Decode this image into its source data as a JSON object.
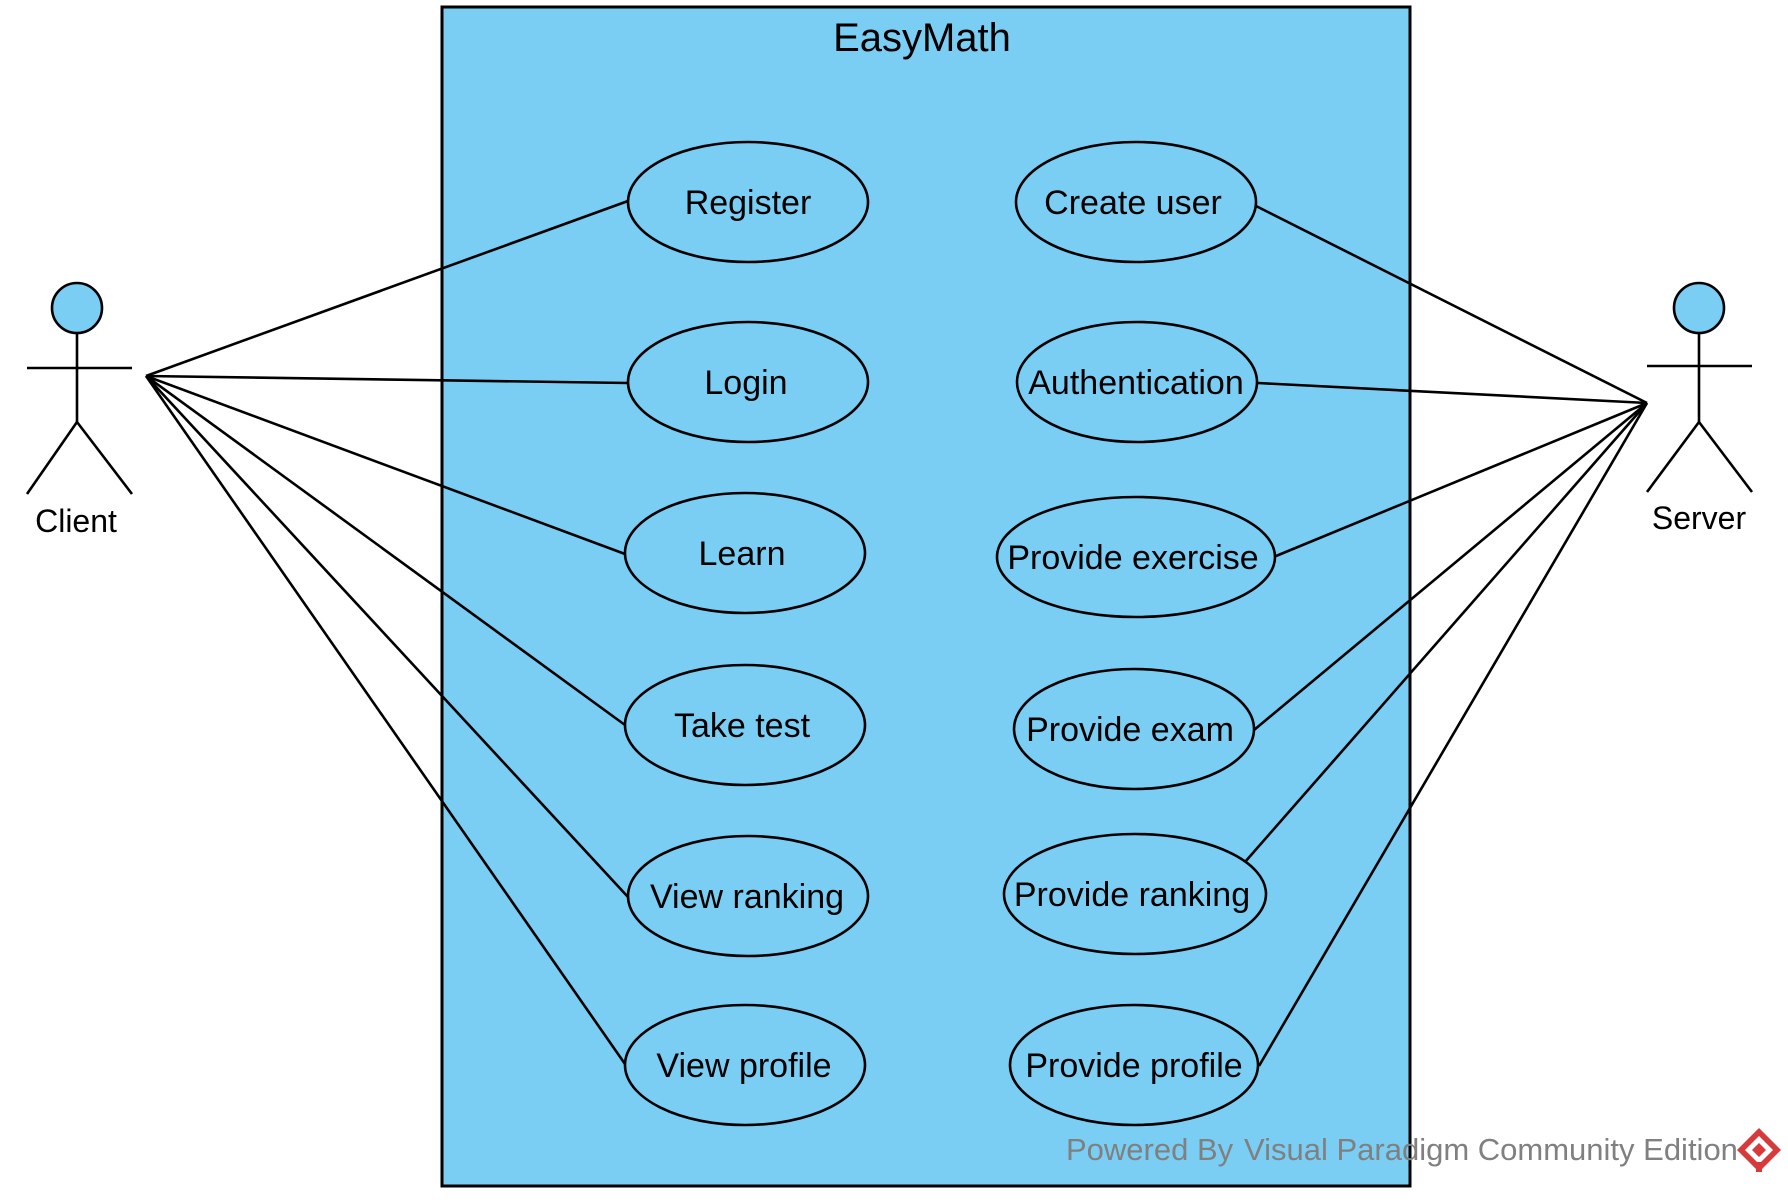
{
  "diagram": {
    "system": {
      "title": "EasyMath"
    },
    "actors": {
      "client": {
        "label": "Client"
      },
      "server": {
        "label": "Server"
      }
    },
    "use_cases_left": [
      {
        "label": "Register"
      },
      {
        "label": "Login"
      },
      {
        "label": "Learn"
      },
      {
        "label": "Take test"
      },
      {
        "label": "View ranking"
      },
      {
        "label": "View profile"
      }
    ],
    "use_cases_right": [
      {
        "label": "Create user"
      },
      {
        "label": "Authentication"
      },
      {
        "label": "Provide exercise"
      },
      {
        "label": "Provide exam"
      },
      {
        "label": "Provide ranking"
      },
      {
        "label": "Provide profile"
      }
    ],
    "associations": [
      {
        "from": "Client",
        "to": "Register"
      },
      {
        "from": "Client",
        "to": "Login"
      },
      {
        "from": "Client",
        "to": "Learn"
      },
      {
        "from": "Client",
        "to": "Take test"
      },
      {
        "from": "Client",
        "to": "View ranking"
      },
      {
        "from": "Client",
        "to": "View profile"
      },
      {
        "from": "Server",
        "to": "Create user"
      },
      {
        "from": "Server",
        "to": "Authentication"
      },
      {
        "from": "Server",
        "to": "Provide exercise"
      },
      {
        "from": "Server",
        "to": "Provide exam"
      },
      {
        "from": "Server",
        "to": "Provide ranking"
      },
      {
        "from": "Server",
        "to": "Provide profile"
      }
    ]
  },
  "watermark": {
    "powered_by": "Powered By",
    "product": "Visual Paradigm Community Edition",
    "icon": "visual-paradigm-logo-icon"
  },
  "colors": {
    "system_fill": "#7ACEF4",
    "actor_fill": "#7ACEF4",
    "usecase_fill": "#7ACEF4",
    "stroke": "#000000",
    "watermark_text": "#808080",
    "logo_red": "#D63A3A"
  }
}
